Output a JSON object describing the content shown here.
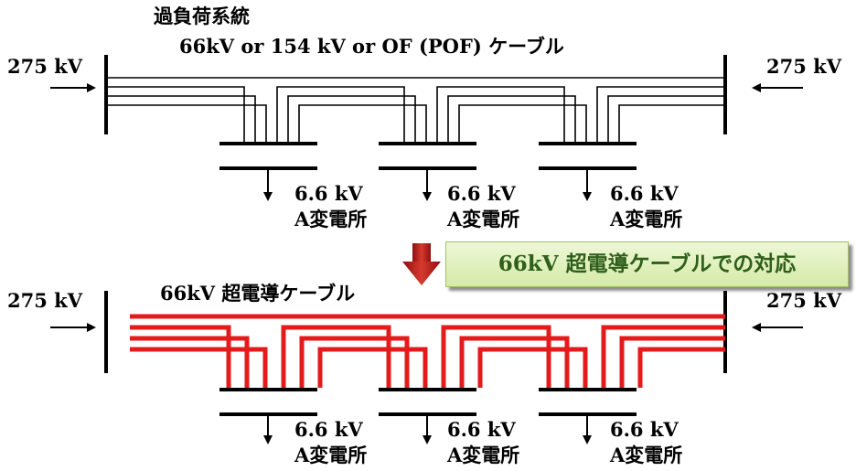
{
  "top": {
    "title_line1": "過負荷系統",
    "title_line2": "66kV or 154 kV or OF (POF) ケーブル",
    "source_left": "275 kV",
    "source_right": "275 kV",
    "loads": [
      {
        "voltage": "6.6 kV",
        "name": "A変電所"
      },
      {
        "voltage": "6.6 kV",
        "name": "A変電所"
      },
      {
        "voltage": "6.6 kV",
        "name": "A変電所"
      }
    ]
  },
  "transition": {
    "banner": "66kV 超電導ケーブルでの対応",
    "arrow_color": "#c0201e"
  },
  "bottom": {
    "title": "66kV 超電導ケーブル",
    "source_left": "275 kV",
    "source_right": "275 kV",
    "cable_color": "#e31b1b",
    "loads": [
      {
        "voltage": "6.6 kV",
        "name": "A変電所"
      },
      {
        "voltage": "6.6 kV",
        "name": "A変電所"
      },
      {
        "voltage": "6.6 kV",
        "name": "A変電所"
      }
    ]
  }
}
